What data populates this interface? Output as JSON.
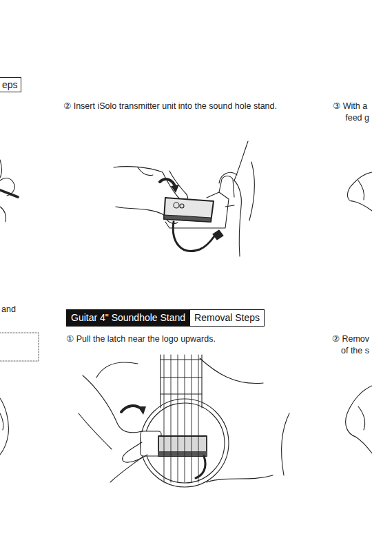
{
  "diagram": {
    "nodes": [
      {
        "text": [
          "eps"
        ]
      },
      {
        "text": [
          "Guitar 4\" Soundhole Stand"
        ]
      },
      {
        "text": [
          "Removal Steps"
        ]
      }
    ],
    "labels": [
      "② Insert iSolo transmitter unit into the sound hole stand.",
      "③ With a",
      "feed g",
      "and",
      "① Pull the latch near the logo upwards.",
      "② Remov",
      "of the s"
    ]
  }
}
